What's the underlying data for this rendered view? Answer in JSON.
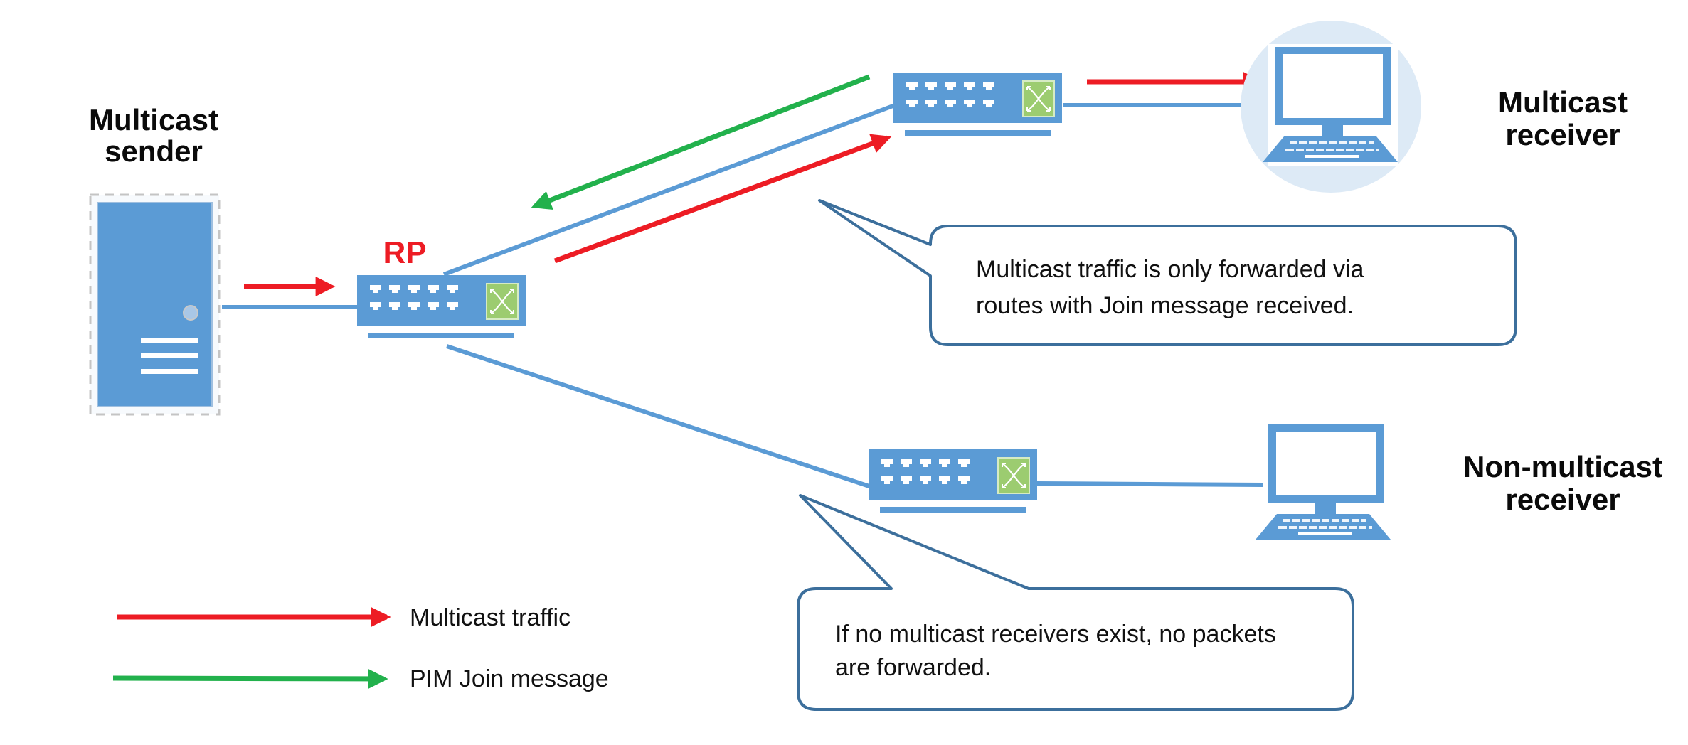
{
  "colors": {
    "link": "#5b9bd5",
    "device": "#5b9bd5",
    "module": "#9ccc70",
    "multicast_traffic": "#ed1c24",
    "pim_join": "#22b14c",
    "callout_border": "#3c6f9c",
    "receiver_halo": "#ddeaf6",
    "rp_label": "#ed1c24"
  },
  "nodes": {
    "sender": {
      "label_line1": "Multicast",
      "label_line2": "sender",
      "icon": "server-icon"
    },
    "rp_switch": {
      "label": "RP",
      "icon": "switch-icon"
    },
    "upper_switch": {
      "icon": "switch-icon"
    },
    "lower_switch": {
      "icon": "switch-icon"
    },
    "multicast_receiver": {
      "label_line1": "Multicast",
      "label_line2": "receiver",
      "icon": "desktop-computer-icon"
    },
    "non_multicast_receiver": {
      "label_line1": "Non-multicast",
      "label_line2": "receiver",
      "icon": "desktop-computer-icon"
    }
  },
  "callouts": [
    {
      "lines": [
        "Multicast traffic is only forwarded via",
        "routes with Join message received."
      ]
    },
    {
      "lines": [
        "If no multicast receivers exist, no packets",
        "are forwarded."
      ]
    }
  ],
  "legend": [
    {
      "label": "Multicast traffic",
      "color_key": "multicast_traffic"
    },
    {
      "label": "PIM Join message",
      "color_key": "pim_join"
    }
  ]
}
